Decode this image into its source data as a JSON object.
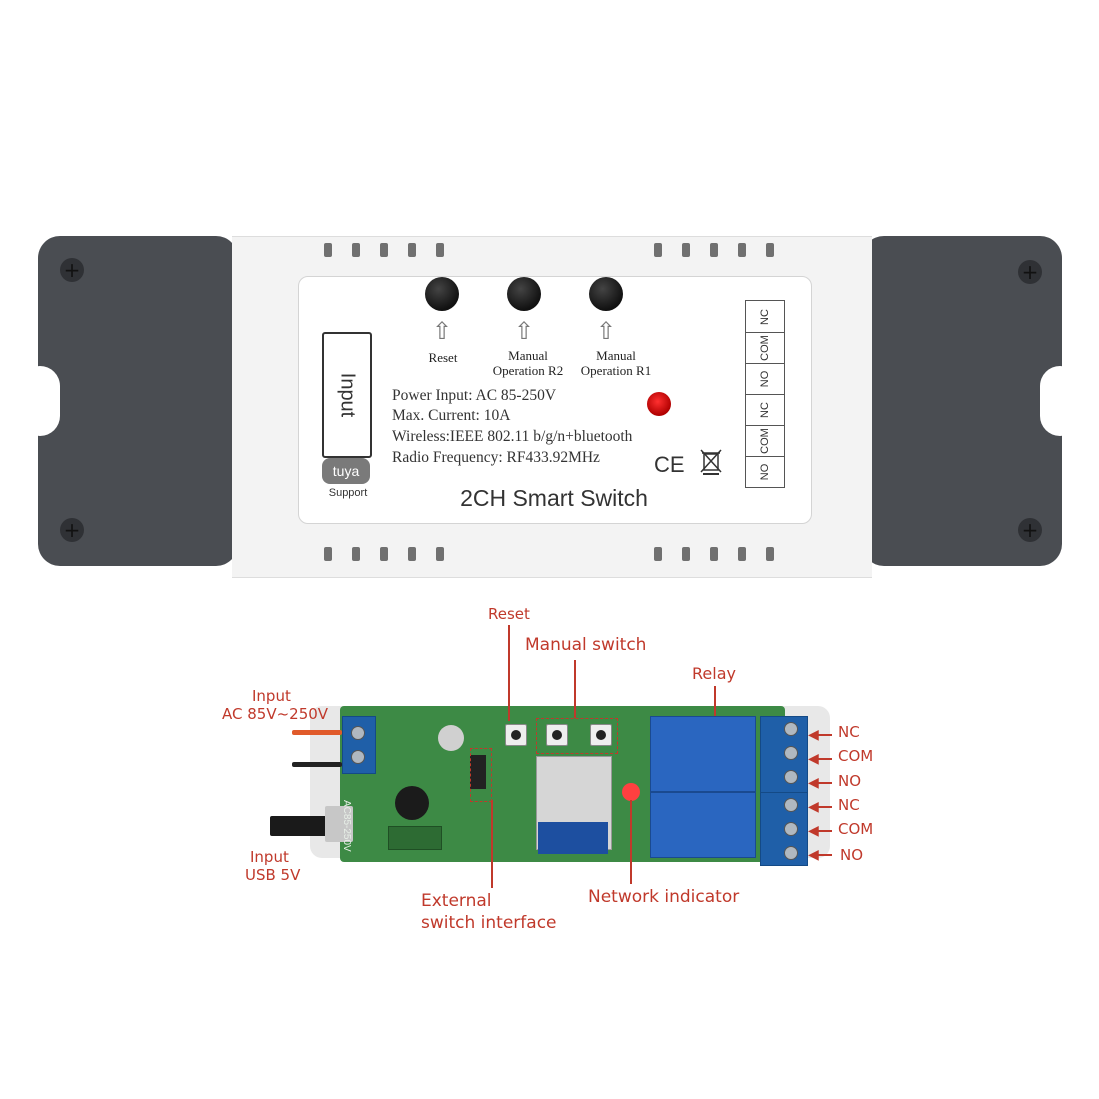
{
  "device": {
    "buttons": [
      {
        "label": "Reset"
      },
      {
        "label": "Manual\nOperation R2"
      },
      {
        "label": "Manual\nOperation R1"
      }
    ],
    "input_label": "Input",
    "specs": [
      "Power Input:  AC 85-250V",
      "Max. Current:  10A",
      "Wireless:IEEE 802.11 b/g/n+bluetooth",
      "Radio Frequency:  RF433.92MHz"
    ],
    "model_name": "2CH Smart Switch",
    "brand": {
      "logo_text": "tuya",
      "support_text": "Support"
    },
    "terminals": [
      "NC",
      "COM",
      "NO",
      "NC",
      "COM",
      "NO"
    ],
    "marks": {
      "ce": "CE"
    },
    "colors": {
      "bracket": "#4a4d52",
      "housing": "#f3f3f3",
      "led": "#d01010"
    }
  },
  "board": {
    "callouts": {
      "reset": "Reset",
      "manual_switch": "Manual switch",
      "relay": "Relay",
      "input_ac_title": "Input",
      "input_ac_value": "AC 85V~250V",
      "input_usb_title": "Input",
      "input_usb_value": "USB 5V",
      "external_1": "External",
      "external_2": "switch interface",
      "network": "Network indicator"
    },
    "terminal_labels": [
      "NC",
      "COM",
      "NO",
      "NC",
      "COM",
      "NO"
    ],
    "pcb_silkscreen": "AC85-250V",
    "colors": {
      "callout": "#c0392b",
      "pcb": "#3d8a45",
      "terminal": "#1f5fa8"
    }
  }
}
